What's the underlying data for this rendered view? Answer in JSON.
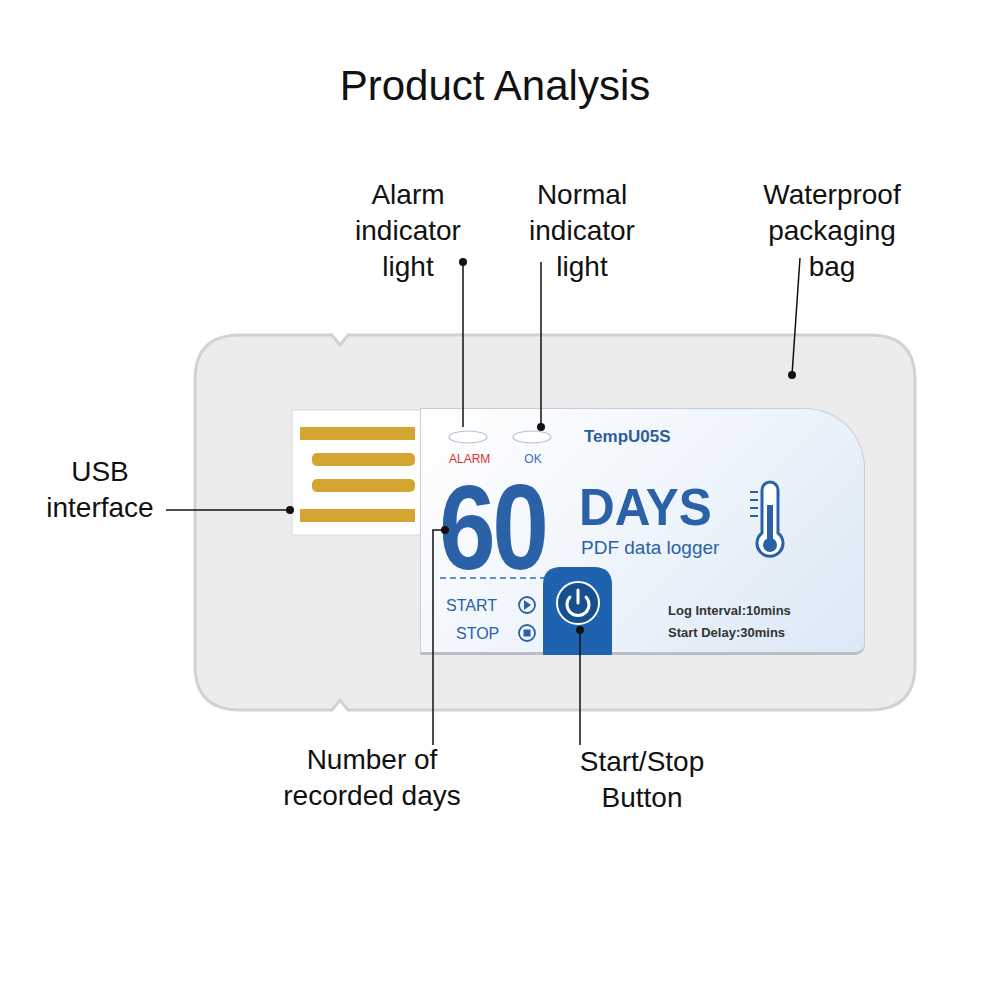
{
  "diagram": {
    "title": "Product Analysis",
    "nodes": [
      {
        "text": [
          "ALARM",
          "OK",
          "TempU05S",
          "60",
          "DAYS",
          "PDF data logger",
          "START",
          "STOP",
          "Log Interval:10mins",
          "Start Delay:30mins"
        ]
      }
    ],
    "labels": [
      "Alarm indicator light",
      "Normal indicator light",
      "Waterproof packaging bag",
      "USB interface",
      "Number of recorded days",
      "Start/Stop Button"
    ]
  }
}
